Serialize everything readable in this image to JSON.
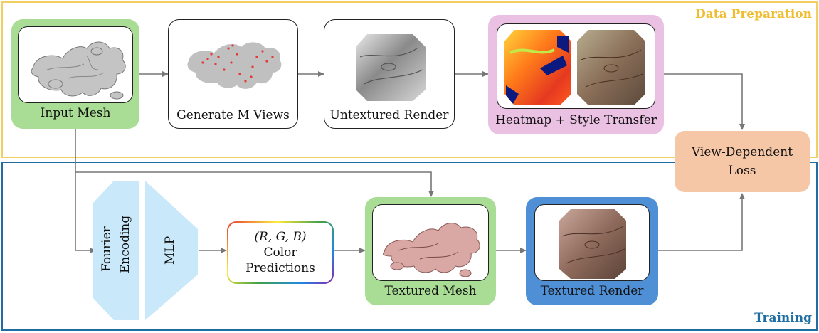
{
  "regions": {
    "prep_title": "Data Preparation",
    "train_title": "Training"
  },
  "nodes": {
    "input_mesh": "Input Mesh",
    "generate_views": "Generate M Views",
    "untextured_render": "Untextured Render",
    "heatmap_style": "Heatmap + Style Transfer",
    "loss_line1": "View-Dependent",
    "loss_line2": "Loss",
    "fourier_line1": "Fourier",
    "fourier_line2": "Encoding",
    "mlp": "MLP",
    "rgb": "(R, G, B)",
    "color_line1": "Color",
    "color_line2": "Predictions",
    "textured_mesh": "Textured Mesh",
    "textured_render": "Textured Render"
  },
  "colors": {
    "prep_border": "#f2cf63",
    "prep_title": "#efbd2e",
    "train_border": "#1f6ea3",
    "input_mesh_card": "#a9dc94",
    "heatmap_card": "#eac0e3",
    "textured_mesh_card": "#a9dc94",
    "textured_render_card": "#4f8fd6",
    "loss_box": "#f5c7a6",
    "encoder_shape": "#c9e8f9",
    "arrow": "#777777"
  }
}
